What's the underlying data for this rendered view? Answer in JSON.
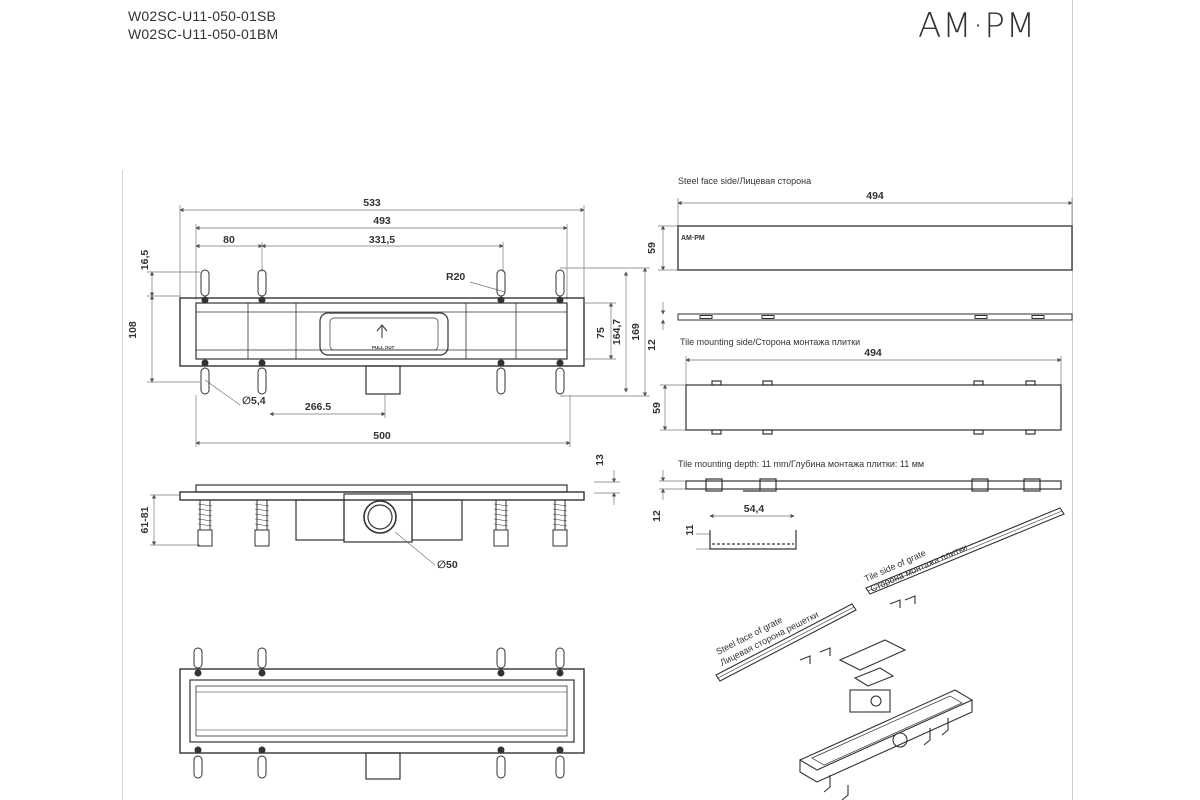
{
  "header": {
    "code_1": "W02SC-U11-050-01SB",
    "code_2": "W02SC-U11-050-01BM",
    "brand": "AM·PM"
  },
  "top_view": {
    "dim_533": "533",
    "dim_493": "493",
    "dim_80": "80",
    "dim_331_5": "331,5",
    "dim_16_5": "16,5",
    "dim_108": "108",
    "dim_r20": "R20",
    "dim_75": "75",
    "dim_164_7": "164,7",
    "dim_169": "169",
    "dim_hole": "5,4",
    "dim_266_5": "266.5",
    "dim_500": "500",
    "pull_out": "PULL OUT"
  },
  "side_view": {
    "dim_13": "13",
    "dim_61_81": "61-81",
    "dim_outlet": "50"
  },
  "steel_face": {
    "label": "Steel face side/Лицевая сторона",
    "dim_494": "494",
    "dim_59": "59",
    "logo": "AM·PM",
    "dim_12": "12"
  },
  "tile_side": {
    "label": "Tile mounting side/Сторона монтажа плитки",
    "dim_494": "494",
    "dim_59": "59"
  },
  "tile_depth": {
    "label": "Tile mounting depth: 11 mm/Глубина монтажа плитки: 11 мм",
    "dim_12": "12",
    "dim_11": "11",
    "dim_54_4": "54,4"
  },
  "exploded": {
    "tile_grate_1": "Tile side of grate",
    "tile_grate_2": "Сторона монтажа плитки",
    "steel_grate_1": "Steel face of grate",
    "steel_grate_2": "Лицевая сторона решетки"
  }
}
